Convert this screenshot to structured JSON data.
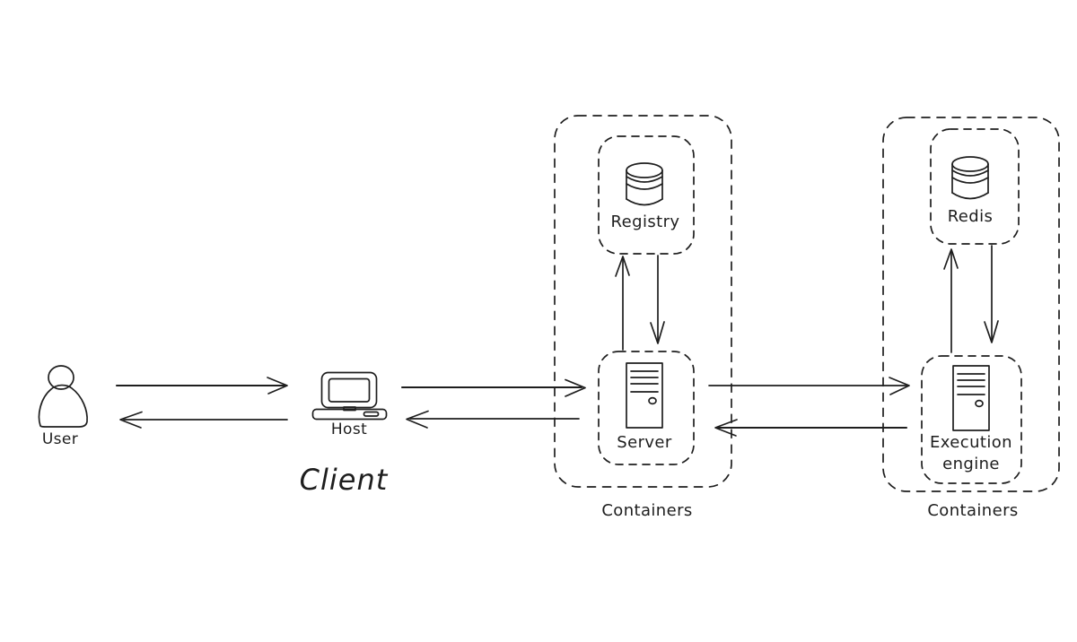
{
  "labels": {
    "user": "User",
    "host": "Host",
    "client": "Client",
    "registry": "Registry",
    "server": "Server",
    "redis": "Redis",
    "execution_engine": "Execution engine",
    "containers_left": "Containers",
    "containers_right": "Containers"
  },
  "icons": {
    "user": "person-icon",
    "host": "computer-icon",
    "registry": "database-cylinder-icon",
    "server": "server-tower-icon",
    "redis": "database-cylinder-icon",
    "execution_engine": "server-tower-icon"
  },
  "colors": {
    "stroke": "#1e1e1e",
    "background": "#ffffff"
  }
}
